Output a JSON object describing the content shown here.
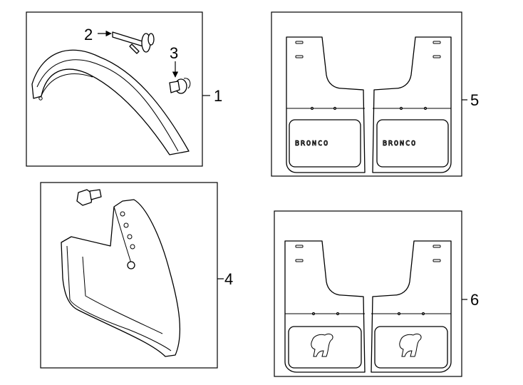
{
  "callouts": {
    "c1": "1",
    "c2": "2",
    "c3": "3",
    "c4": "4",
    "c5": "5",
    "c6": "6"
  },
  "plate_text": {
    "left": "BRONCO",
    "right": "BRONCO"
  }
}
